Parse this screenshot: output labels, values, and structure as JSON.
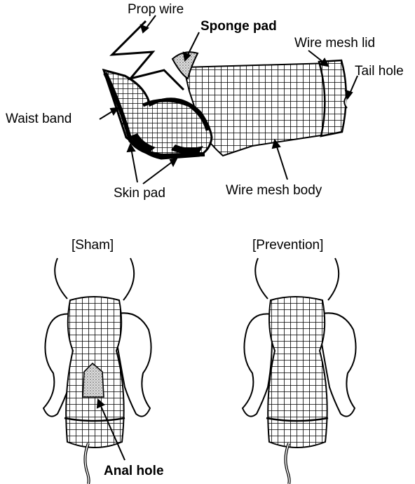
{
  "colors": {
    "ink": "#000000",
    "paper": "#ffffff",
    "stipple": "#c8c8c8"
  },
  "top_figure": {
    "labels": {
      "prop_wire": "Prop wire",
      "sponge_pad": "Sponge pad",
      "wire_mesh_lid": "Wire mesh lid",
      "tail_hole": "Tail hole",
      "waist_band": "Waist band",
      "skin_pad": "Skin pad",
      "wire_mesh_body": "Wire mesh body"
    }
  },
  "bottom_figures": {
    "sham": {
      "title": "[Sham]",
      "anal_hole_label": "Anal hole"
    },
    "prevention": {
      "title": "[Prevention]"
    }
  }
}
